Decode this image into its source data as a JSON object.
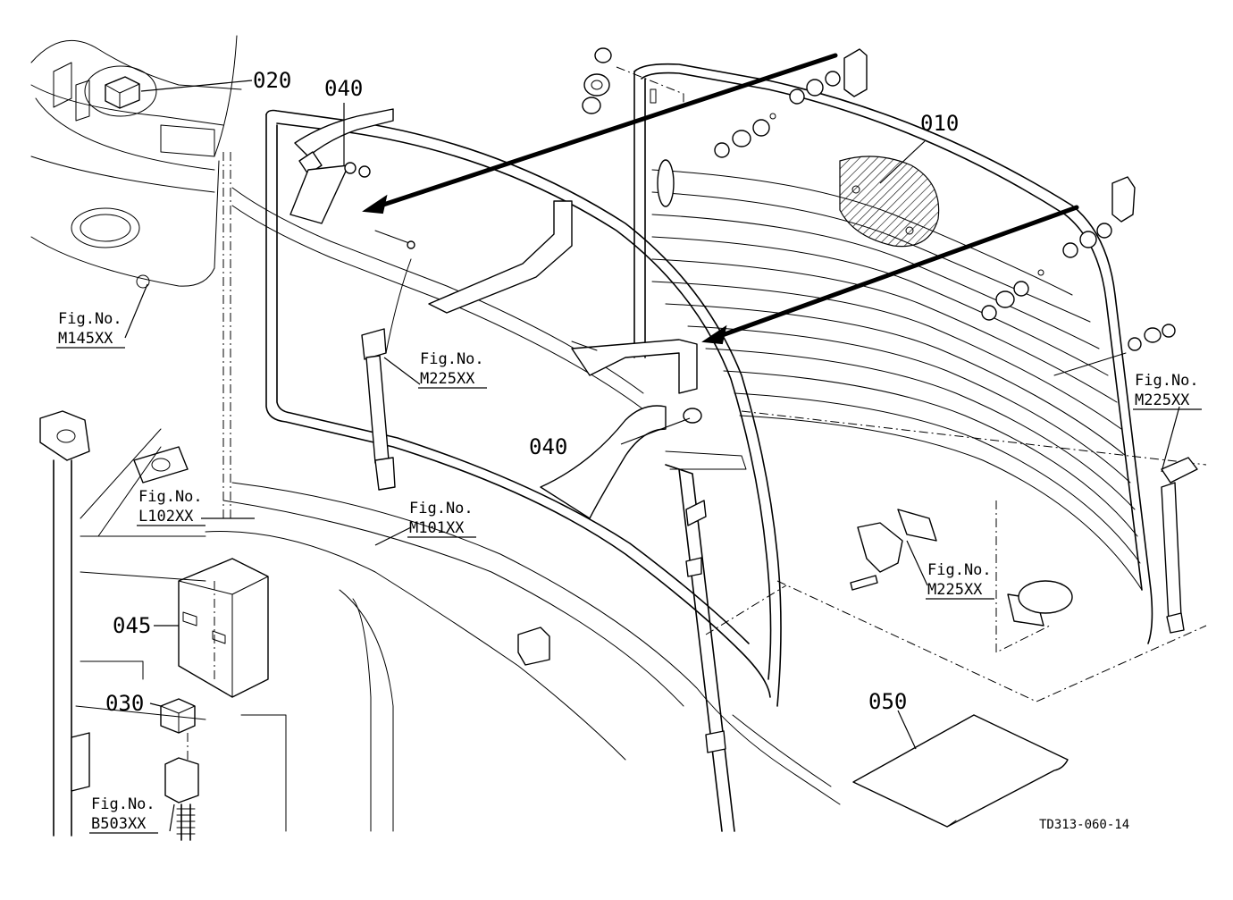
{
  "diagram": {
    "callouts": {
      "c010": "010",
      "c020": "020",
      "c030": "030",
      "c040_top": "040",
      "c040_mid": "040",
      "c045": "045",
      "c050": "050"
    },
    "fig_refs": {
      "m145": {
        "line1": "Fig.No.",
        "line2": "M145XX"
      },
      "m225_left": {
        "line1": "Fig.No.",
        "line2": "M225XX"
      },
      "m225_right": {
        "line1": "Fig.No.",
        "line2": "M225XX"
      },
      "m225_bottom": {
        "line1": "Fig.No.",
        "line2": "M225XX"
      },
      "l102": {
        "line1": "Fig.No.",
        "line2": "L102XX"
      },
      "m101": {
        "line1": "Fig.No.",
        "line2": "M101XX"
      },
      "b503": {
        "line1": "Fig.No.",
        "line2": "B503XX"
      }
    },
    "drawing_code": "TD313-060-14"
  }
}
